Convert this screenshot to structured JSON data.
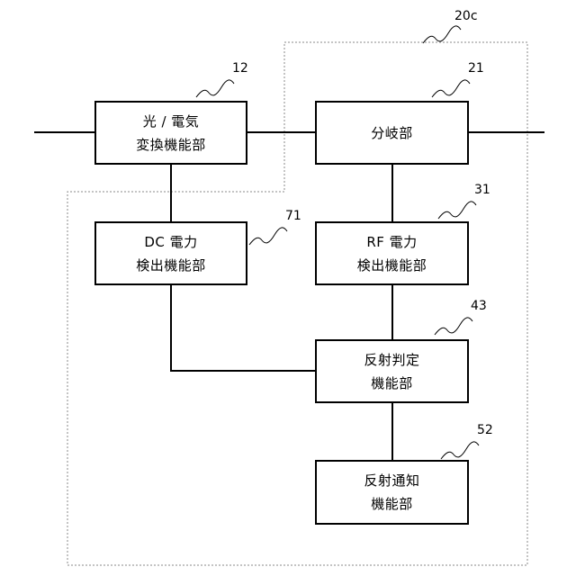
{
  "group": {
    "ref": "20c"
  },
  "blocks": {
    "converter": {
      "ref": "12",
      "line1": "光 / 電気",
      "line2": "変換機能部"
    },
    "splitter": {
      "ref": "21",
      "line1": "分岐部",
      "line2": ""
    },
    "dc_detector": {
      "ref": "71",
      "line1": "DC 電力",
      "line2": "検出機能部"
    },
    "rf_detector": {
      "ref": "31",
      "line1": "RF 電力",
      "line2": "検出機能部"
    },
    "reflection_judge": {
      "ref": "43",
      "line1": "反射判定",
      "line2": "機能部"
    },
    "reflection_notify": {
      "ref": "52",
      "line1": "反射通知",
      "line2": "機能部"
    }
  }
}
